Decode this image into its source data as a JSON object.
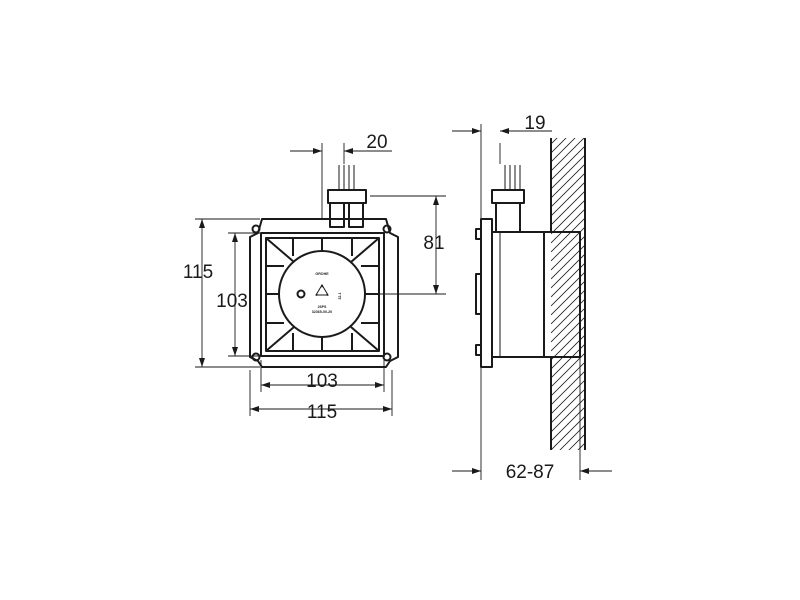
{
  "front_view": {
    "dimensions": {
      "width_outer": "115",
      "width_inner": "103",
      "height_outer": "115",
      "height_inner": "103",
      "pipe_offset": "20",
      "pipe_height": "81"
    },
    "label": {
      "brand": "GROHE",
      "code1": "32-1",
      "code2": "26PS",
      "code3": "32365-00-20"
    }
  },
  "side_view": {
    "dimensions": {
      "flange_depth": "19",
      "install_depth": "62-87"
    }
  }
}
